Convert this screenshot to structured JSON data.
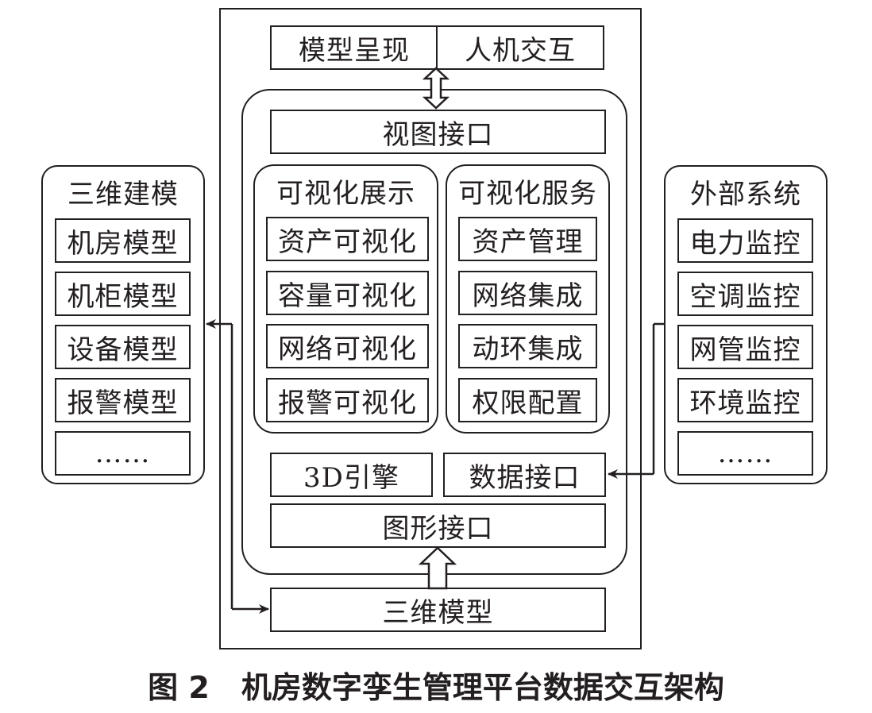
{
  "top": {
    "left": "模型呈现",
    "right": "人机交互"
  },
  "view_interface": "视图接口",
  "vis_display": {
    "title": "可视化展示",
    "items": [
      "资产可视化",
      "容量可视化",
      "网络可视化",
      "报警可视化"
    ]
  },
  "vis_service": {
    "title": "可视化服务",
    "items": [
      "资产管理",
      "网络集成",
      "动环集成",
      "权限配置"
    ]
  },
  "engine": "3D引擎",
  "data_interface": "数据接口",
  "graphics_interface": "图形接口",
  "model": "三维模型",
  "modeling": {
    "title": "三维建模",
    "items": [
      "机房模型",
      "机柜模型",
      "设备模型",
      "报警模型",
      "……"
    ]
  },
  "external": {
    "title": "外部系统",
    "items": [
      "电力监控",
      "空调监控",
      "网管监控",
      "环境监控",
      "……"
    ]
  },
  "caption": {
    "number": "图 2",
    "text": "机房数字孪生管理平台数据交互架构"
  }
}
